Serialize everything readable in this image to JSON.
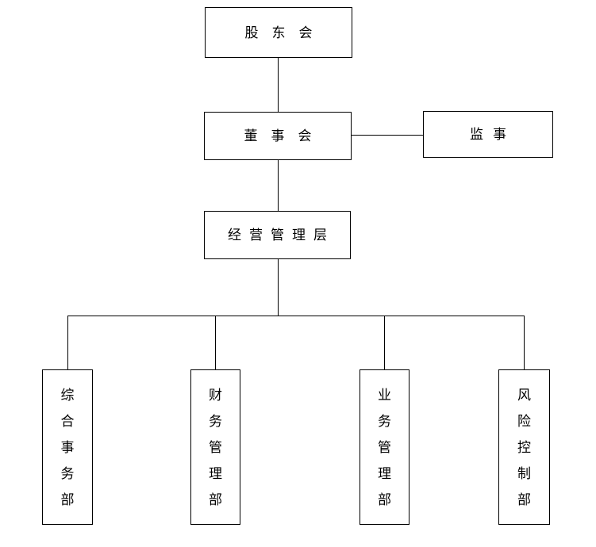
{
  "diagram": {
    "type": "org-chart",
    "background_color": "#ffffff",
    "line_color": "#000000",
    "nodes": [
      {
        "id": "shareholders",
        "label": "股东会",
        "orientation": "horizontal",
        "level": 1
      },
      {
        "id": "board",
        "label": "董事会",
        "orientation": "horizontal",
        "level": 2
      },
      {
        "id": "supervisor",
        "label": "监事",
        "orientation": "horizontal",
        "level": 2
      },
      {
        "id": "management",
        "label": "经营管理层",
        "orientation": "horizontal",
        "level": 3
      },
      {
        "id": "dept-general-affairs",
        "label": "综合事务部",
        "orientation": "vertical",
        "level": 4
      },
      {
        "id": "dept-finance",
        "label": "财务管理部",
        "orientation": "vertical",
        "level": 4
      },
      {
        "id": "dept-business",
        "label": "业务管理部",
        "orientation": "vertical",
        "level": 4
      },
      {
        "id": "dept-risk-control",
        "label": "风险控制部",
        "orientation": "vertical",
        "level": 4
      }
    ],
    "edges": [
      {
        "from": "shareholders",
        "to": "board"
      },
      {
        "from": "board",
        "to": "supervisor"
      },
      {
        "from": "board",
        "to": "management"
      },
      {
        "from": "management",
        "to": "dept-general-affairs"
      },
      {
        "from": "management",
        "to": "dept-finance"
      },
      {
        "from": "management",
        "to": "dept-business"
      },
      {
        "from": "management",
        "to": "dept-risk-control"
      }
    ]
  }
}
